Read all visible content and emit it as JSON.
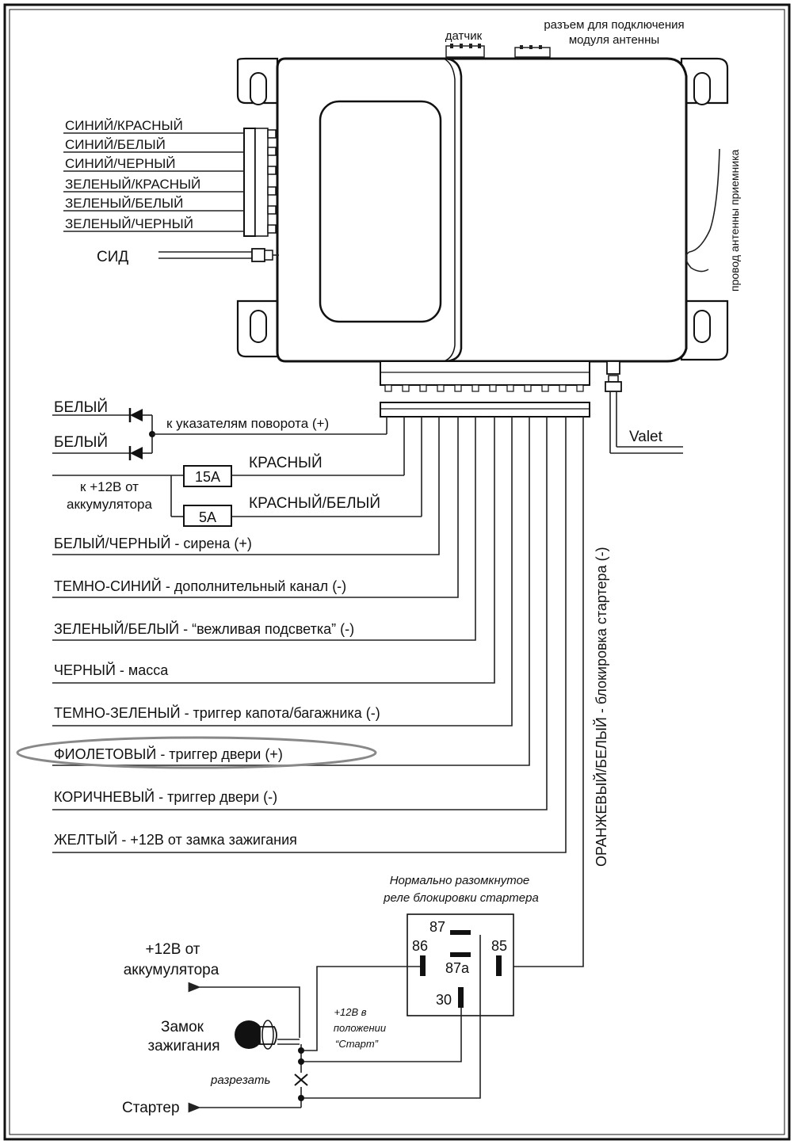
{
  "top": {
    "sensor_label": "датчик",
    "antenna_module_line1": "разъем для подключения",
    "antenna_module_line2": "модуля антенны",
    "receiver_antenna_wire": "провод антенны приемника"
  },
  "left_connector": {
    "wires": [
      "СИНИЙ/КРАСНЫЙ",
      "СИНИЙ/БЕЛЫЙ",
      "СИНИЙ/ЧЕРНЫЙ",
      "ЗЕЛЕНЫЙ/КРАСНЫЙ",
      "ЗЕЛЕНЫЙ/БЕЛЫЙ",
      "ЗЕЛЕНЫЙ/ЧЕРНЫЙ"
    ],
    "led_label": "СИД"
  },
  "valet_label": "Valet",
  "turn_signals": {
    "white_1": "БЕЛЫЙ",
    "white_2": "БЕЛЫЙ",
    "label": "к указателям поворота (+)"
  },
  "power": {
    "battery_line1": "к +12В от",
    "battery_line2": "аккумулятора",
    "fuse_15": "15А",
    "fuse_5": "5А",
    "red": "КРАСНЫЙ",
    "red_white": "КРАСНЫЙ/БЕЛЫЙ"
  },
  "main_wires": [
    {
      "color": "БЕЛЫЙ/ЧЕРНЫЙ",
      "desc": " - сирена (+)"
    },
    {
      "color": "ТЕМНО-СИНИЙ",
      "desc": " - дополнительный канал (-)"
    },
    {
      "color": "ЗЕЛЕНЫЙ/БЕЛЫЙ",
      "desc": " - “вежливая подсветка”  (-)"
    },
    {
      "color": "ЧЕРНЫЙ",
      "desc": " - масса"
    },
    {
      "color": "ТЕМНО-ЗЕЛЕНЫЙ",
      "desc": " - триггер капота/багажника (-)"
    },
    {
      "color": "ФИОЛЕТОВЫЙ",
      "desc": " - триггер двери (+)"
    },
    {
      "color": "КОРИЧНЕВЫЙ",
      "desc": " - триггер двери (-)"
    },
    {
      "color": "ЖЕЛТЫЙ",
      "desc": " - +12В от замка зажигания"
    }
  ],
  "vertical_wire": {
    "color": "ОРАНЖЕВЫЙ/БЕЛЫЙ",
    "desc": " - блокировка стартера (-)"
  },
  "relay": {
    "title_line1": "Нормально разомкнутое",
    "title_line2": "реле блокировки стартера",
    "pin_87": "87",
    "pin_86": "86",
    "pin_85": "85",
    "pin_87a": "87a",
    "pin_30": "30"
  },
  "ignition": {
    "battery_line1": "+12В от",
    "battery_line2": "аккумулятора",
    "lock_line1": "Замок",
    "lock_line2": "зажигания",
    "start_line1": "+12В в",
    "start_line2": "положении",
    "start_line3": "“Старт”",
    "cut_label": "разрезать",
    "starter_label": "Стартер"
  }
}
